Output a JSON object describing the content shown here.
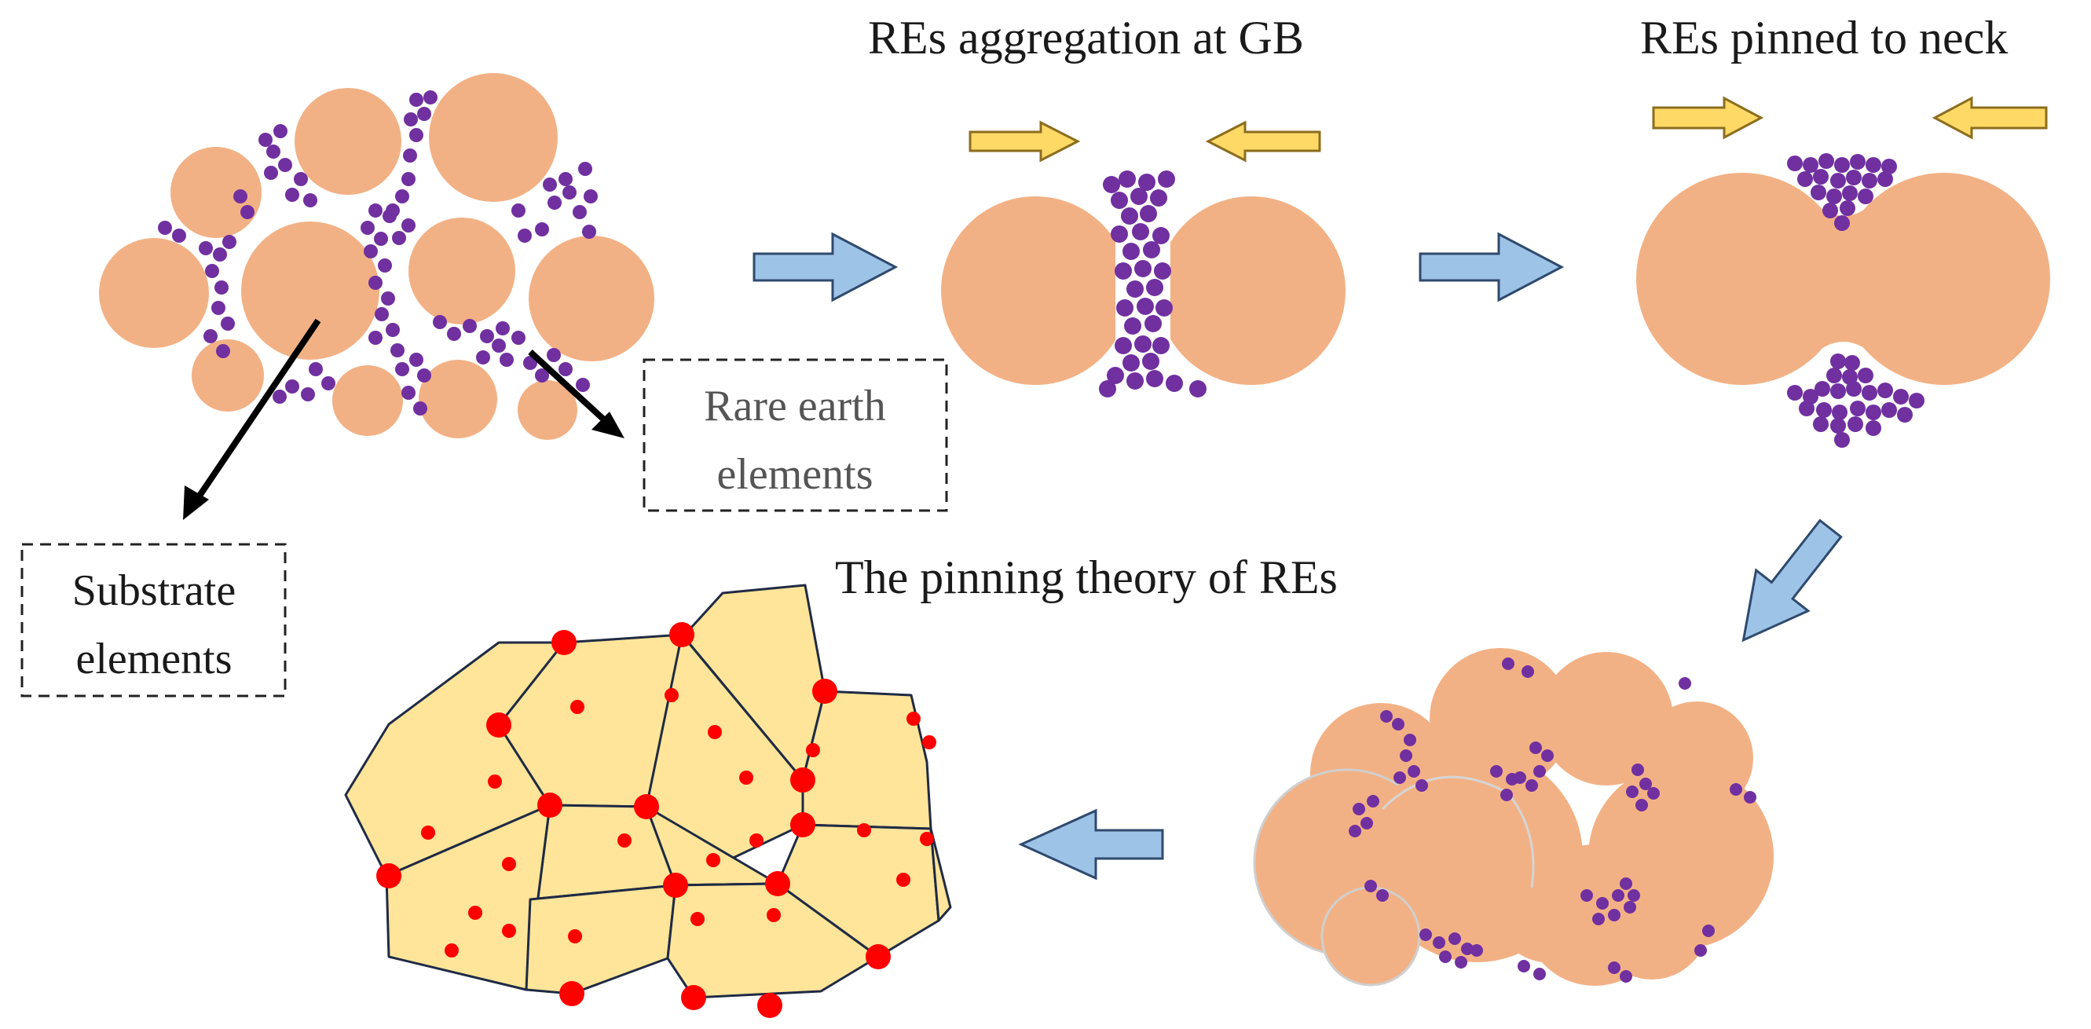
{
  "labels": {
    "aggregation": "REs aggregation at GB",
    "pinned": "REs pinned to neck",
    "theory": "The pinning theory of REs",
    "rare_earth_line1": "Rare earth",
    "rare_earth_line2": "elements",
    "substrate_line1": "Substrate",
    "substrate_line2": "elements"
  },
  "colors": {
    "grain": "#F2B185",
    "re_particle": "#7030A0",
    "yellow_arrow": "#FFD966",
    "yellow_arrow_stroke": "#8C6D1F",
    "blue_arrow": "#9DC3E6",
    "blue_arrow_stroke": "#2F4A6E",
    "cell_fill": "#FFE599",
    "cell_stroke": "#1F2A44",
    "pin_dot": "#FF0000"
  }
}
